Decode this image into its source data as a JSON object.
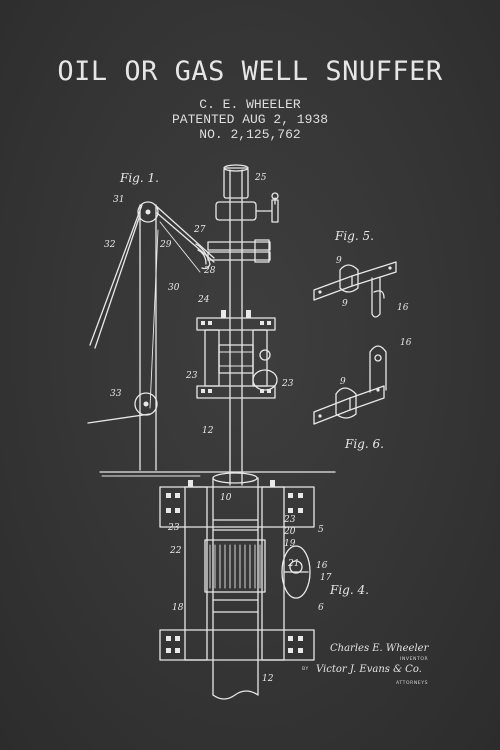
{
  "title": "OIL OR GAS WELL SNUFFER",
  "inventor_line": "C. E. WHEELER",
  "patent_date_line": "PATENTED AUG 2, 1938",
  "patent_number_line": "NO. 2,125,762",
  "figure_labels": {
    "fig1": "Fig. 1.",
    "fig4": "Fig. 4.",
    "fig5": "Fig. 5.",
    "fig6": "Fig. 6."
  },
  "part_numbers": {
    "n25": "25",
    "n31": "31",
    "n32": "32",
    "n29": "29",
    "n27": "27",
    "n28": "28",
    "n30": "30",
    "n24": "24",
    "n23a": "23",
    "n23b": "23",
    "n33": "33",
    "n12a": "12",
    "n10": "10",
    "n23c": "23",
    "n23d": "23",
    "n20": "20",
    "n19": "19",
    "n5": "5",
    "n22": "22",
    "n21": "21",
    "n16a": "16",
    "n17": "17",
    "n6": "6",
    "n18": "18",
    "n12b": "12",
    "n9a": "9",
    "n9b": "9",
    "n16b": "16",
    "n9c": "9",
    "n16c": "16"
  },
  "signature": {
    "inventor_name": "Charles E. Wheeler",
    "inventor_role": "INVENTOR",
    "by": "BY",
    "attorney_name": "Victor J. Evans & Co.",
    "attorney_role": "ATTORNEYS"
  },
  "colors": {
    "background": "#333333",
    "ink": "#e8e8e8"
  }
}
